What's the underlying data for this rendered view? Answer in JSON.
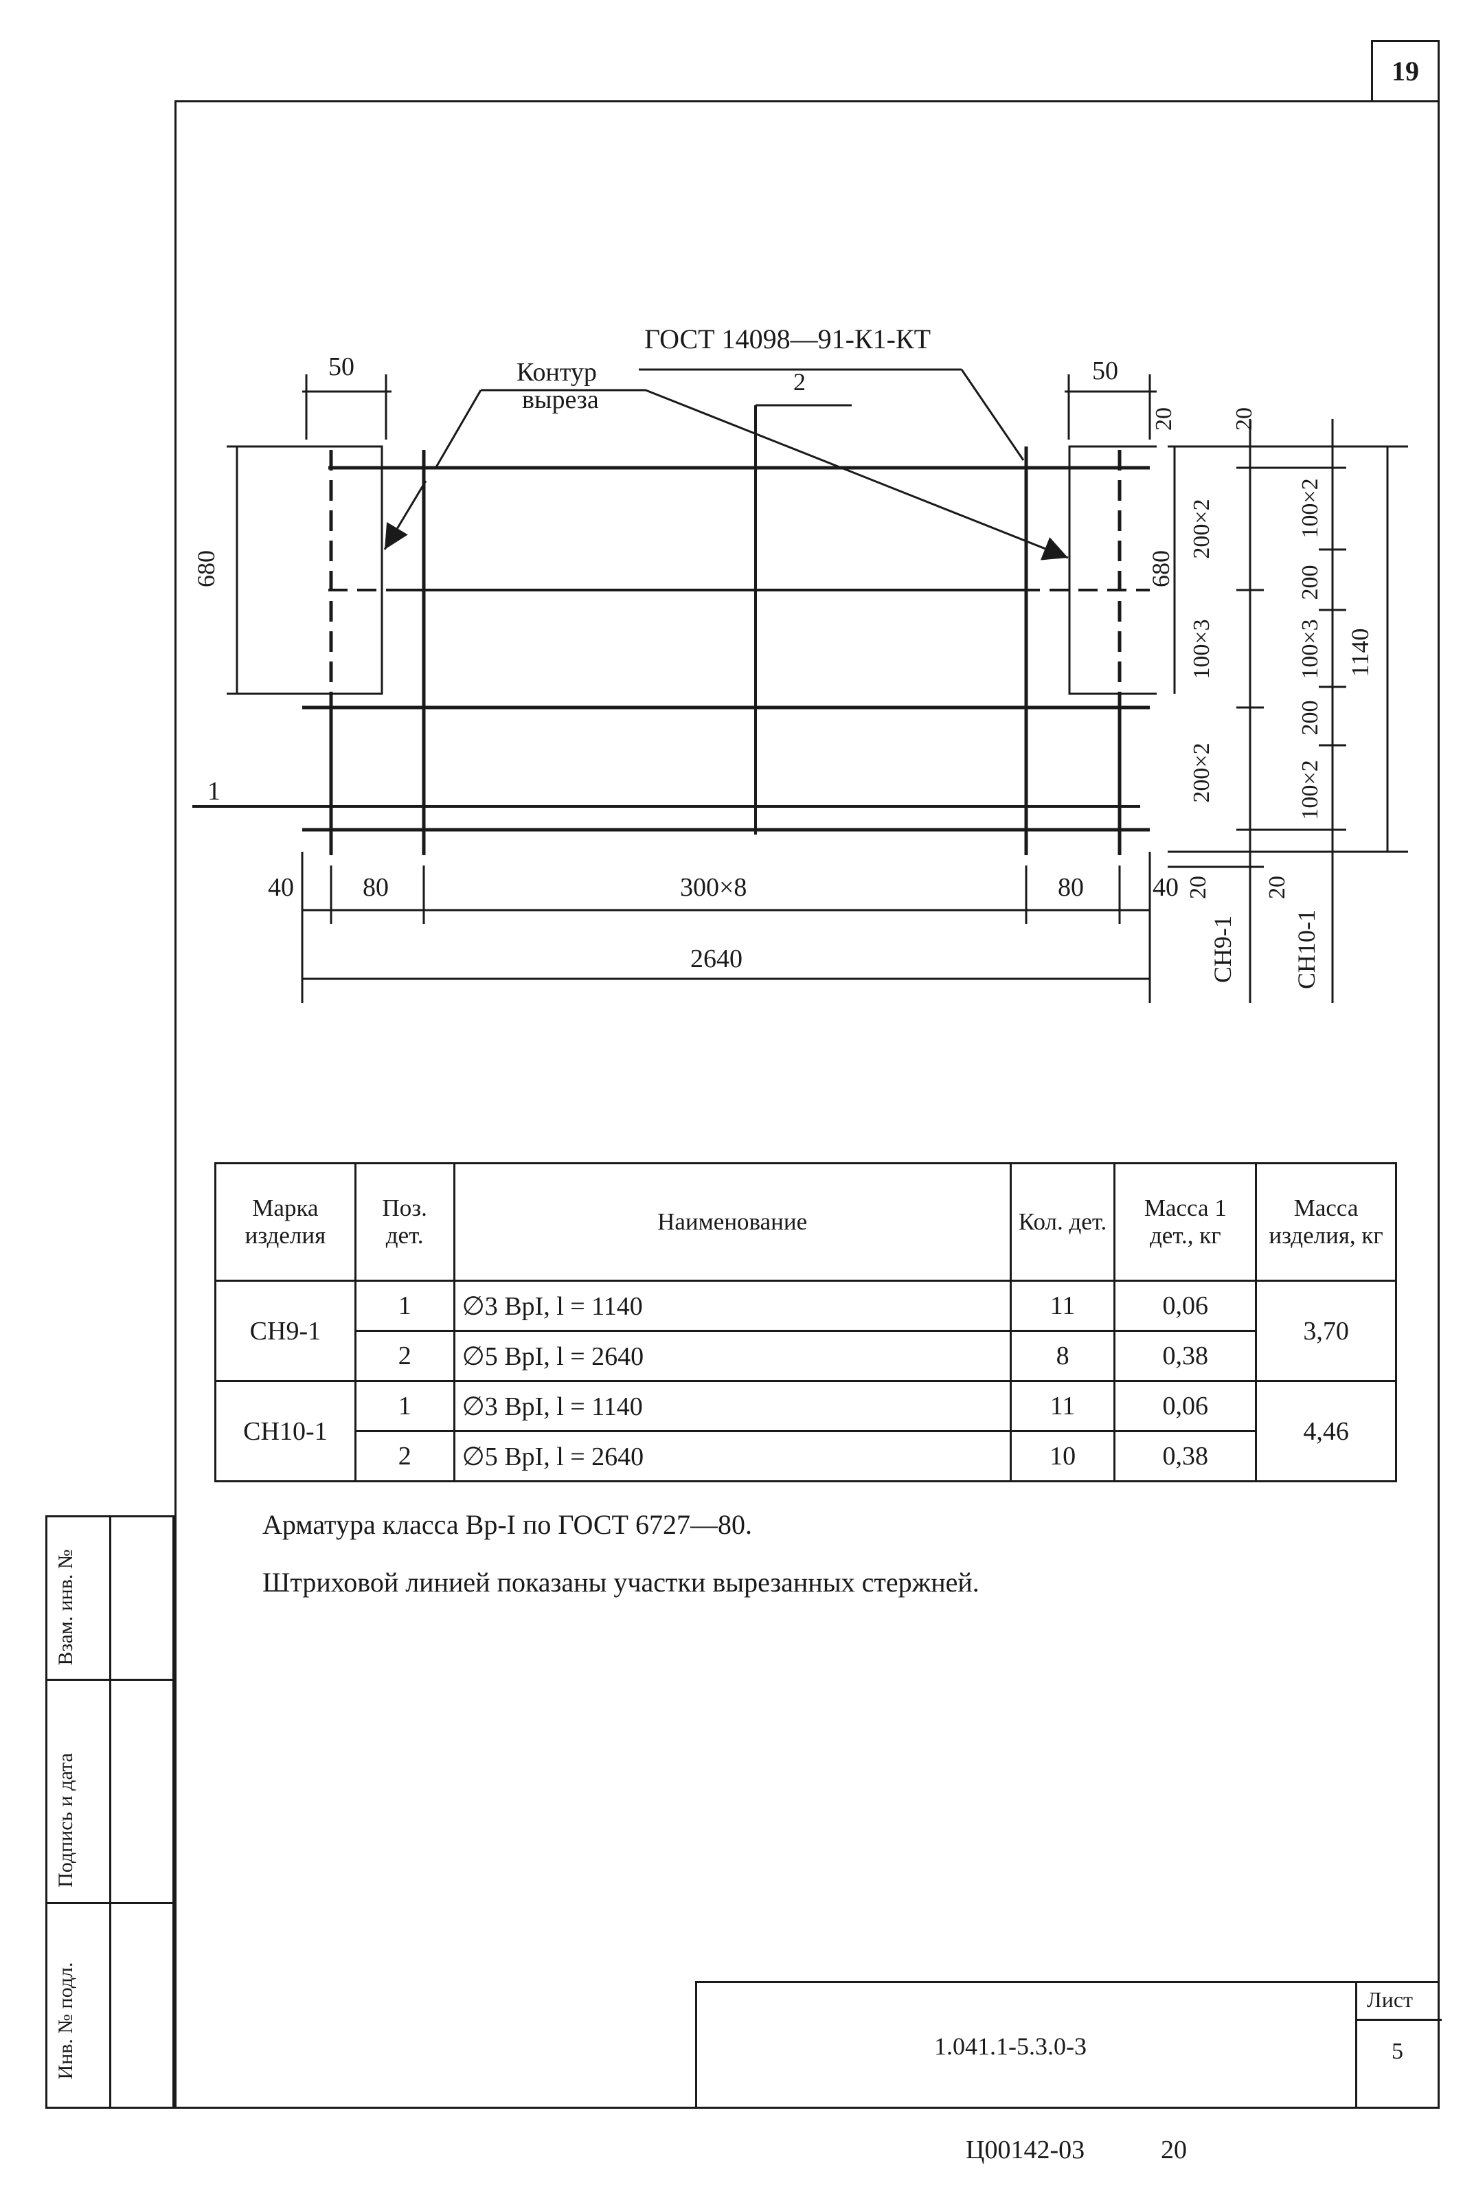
{
  "page_number": "19",
  "drawing": {
    "gost_label": "ГОСТ 14098—91-К1-КТ",
    "contour_label_line1": "Контур",
    "contour_label_line2": "выреза",
    "position_2": "2",
    "position_1": "1",
    "dim_50_left": "50",
    "dim_50_right": "50",
    "dim_680_left": "680",
    "dim_680_right": "680",
    "dim_40_left": "40",
    "dim_80_left": "80",
    "dim_300x8": "300×8",
    "dim_80_right": "80",
    "dim_40_right": "40",
    "dim_2640": "2640",
    "dim_20_top_a": "20",
    "dim_20_top_b": "20",
    "dim_200x2_top": "200×2",
    "dim_100x3_a": "100×3",
    "dim_200x2_bottom": "200×2",
    "dim_100x2_top": "100×2",
    "dim_200_a": "200",
    "dim_100x3_b": "100×3",
    "dim_200_b": "200",
    "dim_100x2_bottom": "100×2",
    "dim_1140": "1140",
    "dim_20_bottom_a": "20",
    "dim_20_bottom_b": "20",
    "mark_cn9": "СН9-1",
    "mark_cn10": "СН10-1"
  },
  "table": {
    "headers": {
      "mark": "Марка изделия",
      "pos": "Поз. дет.",
      "name": "Наименование",
      "qty": "Кол. дет.",
      "mass_one": "Масса 1 дет., кг",
      "mass_total": "Масса изделия, кг"
    },
    "rows": [
      {
        "mark": "СН9-1",
        "pos": "1",
        "name": "∅3 ВрI, l = 1140",
        "qty": "11",
        "mass_one": "0,06",
        "mass_total": "3,70"
      },
      {
        "pos": "2",
        "name": "∅5 ВрI, l = 2640",
        "qty": "8",
        "mass_one": "0,38"
      },
      {
        "mark": "СН10-1",
        "pos": "1",
        "name": "∅3 ВрI, l = 1140",
        "qty": "11",
        "mass_one": "0,06",
        "mass_total": "4,46"
      },
      {
        "pos": "2",
        "name": "∅5 ВрI, l = 2640",
        "qty": "10",
        "mass_one": "0,38"
      }
    ]
  },
  "notes": {
    "line1": "Арматура класса Вр-I по ГОСТ 6727—80.",
    "line2": "Штриховой линией показаны участки вырезанных стержней."
  },
  "side_stamp": {
    "vzam": "Взам. инв. №",
    "podpis": "Подпись и дата",
    "inv": "Инв. № подл."
  },
  "title_block": {
    "code": "1.041.1-5.3.0-3",
    "sheet_label": "Лист",
    "sheet_number": "5"
  },
  "footer": {
    "code": "Ц00142-03",
    "number": "20"
  }
}
